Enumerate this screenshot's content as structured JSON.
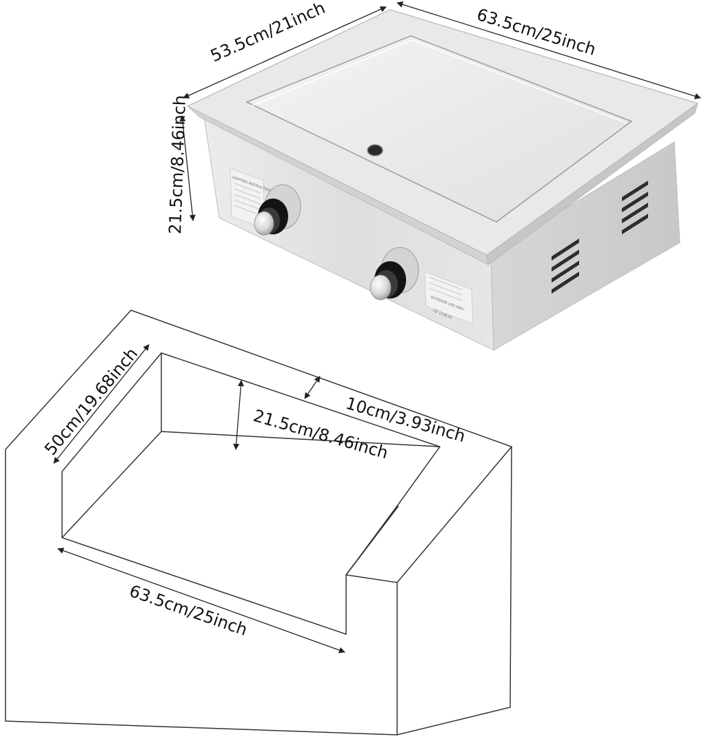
{
  "dimensions": {
    "grill_depth": "53.5cm/21inch",
    "grill_width": "63.5cm/25inch",
    "grill_height": "21.5cm/8.46inch",
    "cutout_depth": "50cm/19.68inch",
    "cutout_height": "21.5cm/8.46inch",
    "rim_clearance": "10cm/3.93inch",
    "cutout_width": "63.5cm/25inch"
  },
  "product_labels": {
    "lighting_instruction": "LIGHTING INSTRUCTION",
    "outdoor_use_only": "OUTDOOR USE ONLY",
    "ce_mark": "CE 1336-22"
  },
  "colors": {
    "steel_light": "#efefef",
    "steel_mid": "#dcdcdc",
    "steel_dark": "#c4c4c4",
    "knob_black": "#111111",
    "line": "#333333"
  }
}
